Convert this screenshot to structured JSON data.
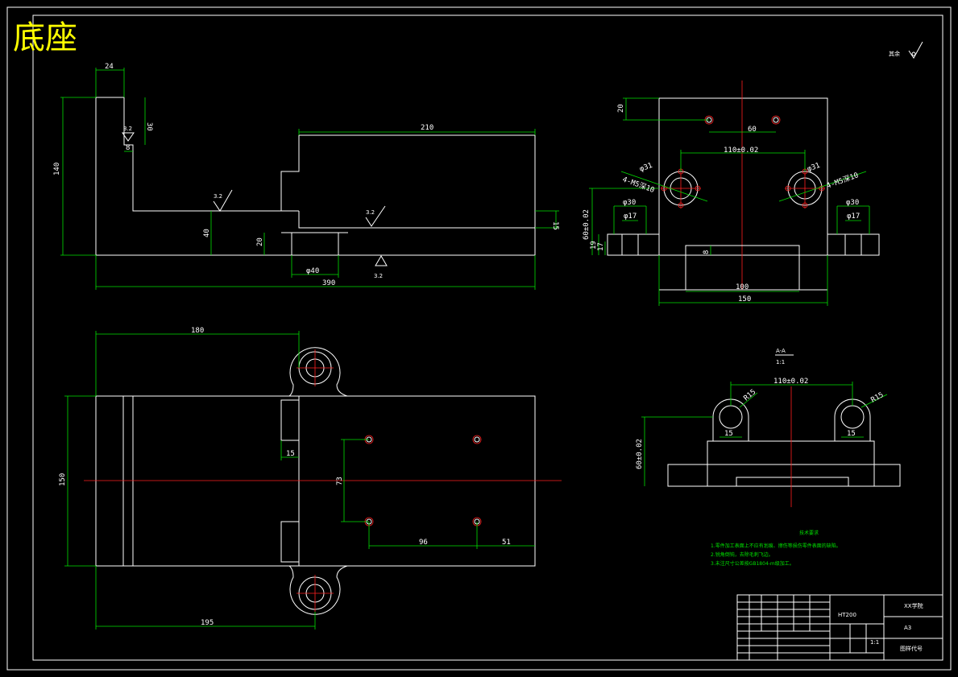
{
  "sheet": {
    "title": "底座",
    "roughness_note": "其余",
    "scale_section_label": "A-A",
    "scale_section_ratio": "1:1",
    "tech_req_title": "技术要求",
    "tech_req_lines": [
      "1.零件加工表面上不应有划痕、擦伤等损伤零件表面的缺陷。",
      "2.锐角倒钝，去除毛刺飞边。",
      "3.未注尺寸公差按GB1804-m级加工。"
    ],
    "title_block": {
      "school": "XX学院",
      "material": "HT200",
      "drawing_code_label": "图样代号",
      "format": "A3",
      "scale": "1:1"
    }
  },
  "dimensions": {
    "front": {
      "d24": "24",
      "d30": "30",
      "d8": "8",
      "d140": "140",
      "d210": "210",
      "d40": "40",
      "d20": "20",
      "d15": "15",
      "dphi40": "φ40",
      "d390": "390",
      "rough1": "3.2",
      "rough2": "3.2",
      "rough3": "3.2",
      "rough4": "3.2"
    },
    "side": {
      "d20": "20",
      "d60": "60",
      "d110": "110±0.02",
      "dphi31a": "φ31",
      "dphi31b": "φ31",
      "holes_a": "4-M5深10",
      "holes_b": "4-M5深10",
      "dphi30a": "φ30",
      "dphi30b": "φ30",
      "dphi17a": "φ17",
      "dphi17b": "φ17",
      "d60tol": "60±0.02",
      "d19": "19",
      "d17": "17",
      "d8": "8",
      "d100": "100",
      "d150": "150"
    },
    "top": {
      "d180": "180",
      "d150": "150",
      "d15": "15",
      "d73": "73",
      "d96": "96",
      "d51": "51",
      "d195": "195"
    },
    "section": {
      "d110": "110±0.02",
      "r15a": "R15",
      "r15b": "R15",
      "d15a": "15",
      "d15b": "15",
      "d60tol": "60±0.02"
    }
  }
}
